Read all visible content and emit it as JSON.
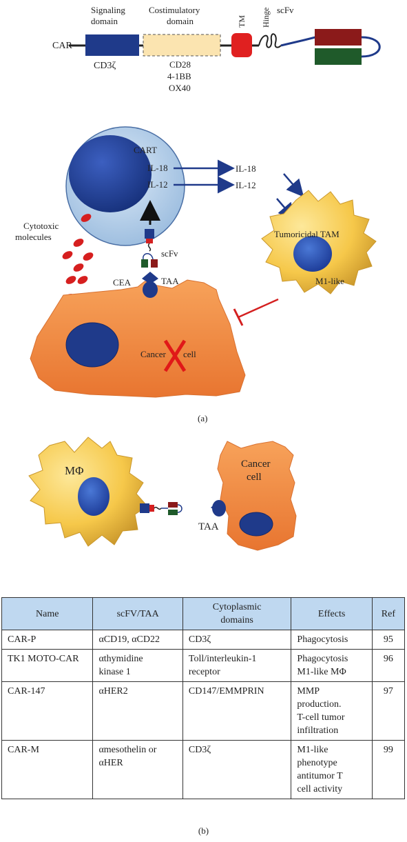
{
  "car_construct": {
    "car_label": "CAR",
    "signaling_domain": "Signaling\ndomain",
    "costimulatory_domain": "Costimulatory\ndomain",
    "tm": "TM",
    "hinge": "Hinge",
    "scfv": "scFv",
    "cd3z": "CD3ζ",
    "costim_options": [
      "CD28",
      "4-1BB",
      "OX40"
    ]
  },
  "panel_a": {
    "cart": "CART",
    "il18": "IL-18",
    "il12": "IL-12",
    "il18_out": "IL-18",
    "il12_out": "IL-12",
    "cytotoxic": "Cytotoxic\nmolecules",
    "scfv": "scFv",
    "cea": "CEA",
    "taa": "TAA",
    "tam": "Tumoricidal TAM",
    "m1": "M1-like",
    "cancer_left": "Cancer",
    "cancer_right": "cell",
    "label": "(a)"
  },
  "panel_b": {
    "macrophage": "MΦ",
    "cancer_cell": "Cancer\ncell",
    "taa": "TAA"
  },
  "table": {
    "headers": [
      "Name",
      "scFV/TAA",
      "Cytoplasmic\ndomains",
      "Effects",
      "Ref"
    ],
    "rows": [
      [
        "CAR-P",
        "αCD19, αCD22",
        "CD3ζ",
        "Phagocytosis",
        "95"
      ],
      [
        "TK1 MOTO-CAR",
        "αthymidine\nkinase 1",
        "Toll/interleukin-1\nreceptor",
        "Phagocytosis\nM1-like MΦ",
        "96"
      ],
      [
        "CAR-147",
        "αHER2",
        "CD147/EMMPRIN",
        "MMP\nproduction.\nT-cell tumor\ninfiltration",
        "97"
      ],
      [
        "CAR-M",
        "αmesothelin or\nαHER",
        "CD3ζ",
        "M1-like\nphenotype\nantitumor T\ncell activity",
        "99"
      ]
    ]
  },
  "label_b": "(b)",
  "colors": {
    "dark_blue": "#1f3a8a",
    "costim_fill": "#fbe4b0",
    "tm_red": "#e02020",
    "scfv_red": "#8b1a1a",
    "scfv_green": "#1f5a2a",
    "cancer_orange": "#f08a40",
    "macrophage_yellow": "#f6c84a",
    "table_header": "#bfd8f0"
  }
}
